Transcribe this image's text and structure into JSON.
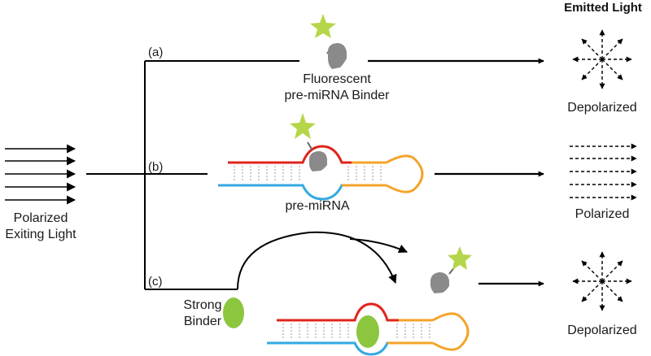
{
  "labels": {
    "emitted_light": "Emitted Light",
    "path_a": "(a)",
    "path_b": "(b)",
    "path_c": "(c)",
    "fluorescent_binder_line1": "Fluorescent",
    "fluorescent_binder_line2": "pre-miRNA Binder",
    "pre_mirna": "pre-miRNA",
    "polarized_exciting_line1": "Polarized",
    "polarized_exciting_line2": "Exiting Light",
    "strong_binder_line1": "Strong",
    "strong_binder_line2": "Binder",
    "result_a": "Depolarized",
    "result_b": "Polarized",
    "result_c": "Depolarized"
  },
  "colors": {
    "fluorophore_star": "#b5d64a",
    "binder_body": "#8a8a8a",
    "rna_strand_top": "#e0241b",
    "rna_strand_bottom": "#33a9e0",
    "rna_loop": "#f5a32a",
    "strong_binder": "#8cc63f",
    "line": "#000000"
  },
  "icons": {
    "fluorophore": "star-icon",
    "binder": "binder-icon",
    "depolarized_light": "starburst-arrows-icon",
    "polarized_light": "parallel-dashed-arrows-icon"
  }
}
